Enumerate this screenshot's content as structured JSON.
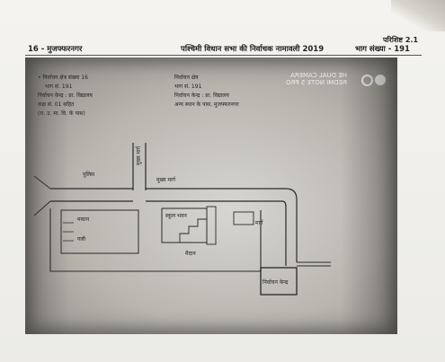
{
  "header": {
    "appendix_label": "परिशिष्ट 2.1",
    "district_label": "16 - मुजफ्फरनगर",
    "center_title": "पश्चिमी विधान सभा की निर्वाचक नामावली 2019",
    "part_label": "भाग संख्या - 191"
  },
  "photocopy": {
    "mirror_brand_lines": [
      "HE DUAL CAMERA",
      "REDMI NOTE 5 PRO"
    ],
    "notes_left": [
      "• निर्वाचन क्षेत्र संख्या 16",
      "भाग सं.  191",
      "निर्वाचन केन्द्र : प्रा. विद्यालय",
      "कक्ष सं. 01 सहित",
      "(रा. उ. मा. वि. के पास)"
    ],
    "notes_right": [
      "निर्वाचन क्षेत्र",
      "भाग सं. 191",
      "निर्वाचन केन्द्र : प्रा. विद्यालय",
      "अन्य स्थान के पास, मुजफ्फरनगर"
    ],
    "map_labels": {
      "north_road": "मुख्य मार्ग",
      "top_label_a": "पुलिस",
      "top_label_b": "मुख्य मार्ग",
      "left_block_a": "मकान",
      "left_block_b": "गली",
      "center_block": "स्कूल भवन",
      "center_sub": "मैदान",
      "right_label": "मार्ग",
      "bottom_box": "निर्वाचन केन्द्र"
    }
  }
}
